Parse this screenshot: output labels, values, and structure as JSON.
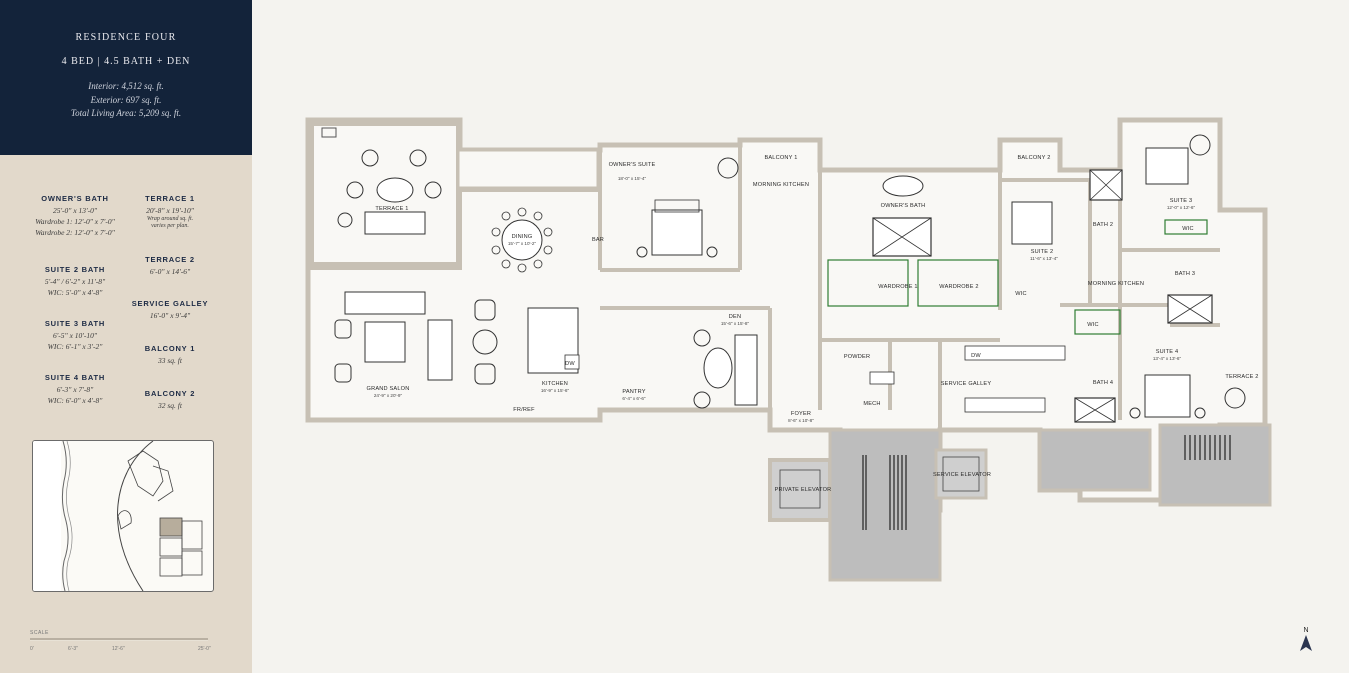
{
  "header": {
    "title": "RESIDENCE FOUR",
    "subtitle": "4 BED | 4.5 BATH + DEN",
    "interior": "Interior: 4,512 sq. ft.",
    "exterior": "Exterior: 697 sq. ft.",
    "total": "Total Living Area: 5,209 sq. ft."
  },
  "specs": {
    "owners_bath": {
      "label": "OWNER'S BATH",
      "lines": [
        "25'-0\" x 13'-0\"",
        "Wardrobe 1: 12'-0\" x 7'-0\"",
        "Wardrobe 2: 12'-0\" x 7'-0\""
      ]
    },
    "suite2_bath": {
      "label": "SUITE 2 BATH",
      "lines": [
        "5'-4\" / 6'-2\" x 11'-8\"",
        "WIC: 5'-0\" x 4'-8\""
      ]
    },
    "suite3_bath": {
      "label": "SUITE 3 BATH",
      "lines": [
        "6'-5\" x 10'-10\"",
        "WIC: 6'-1\" x 3'-2\""
      ]
    },
    "suite4_bath": {
      "label": "SUITE 4 BATH",
      "lines": [
        "6'-3\" x 7'-8\"",
        "WIC: 6'-0\" x 4'-8\""
      ]
    },
    "terrace1": {
      "label": "TERRACE 1",
      "lines": [
        "20'-8\" x 19'-10\""
      ],
      "note": [
        "Wrap around sq. ft.",
        "varies per plan."
      ]
    },
    "terrace2": {
      "label": "TERRACE 2",
      "lines": [
        "6'-0\" x 14'-6\""
      ]
    },
    "service_galley": {
      "label": "SERVICE GALLEY",
      "lines": [
        "16'-0\" x 9'-4\""
      ]
    },
    "balcony1": {
      "label": "BALCONY 1",
      "lines": [
        "33 sq. ft"
      ]
    },
    "balcony2": {
      "label": "BALCONY 2",
      "lines": [
        "32 sq. ft"
      ]
    }
  },
  "scale": {
    "label": "SCALE",
    "ticks": [
      "0'",
      "6'-3\"",
      "12'-6\"",
      "25'-0\""
    ]
  },
  "compass": {
    "label": "N"
  },
  "rooms": {
    "terrace1": {
      "name": "TERRACE 1"
    },
    "dining": {
      "name": "DINING",
      "dim": "15'-7\" x 10'-2\""
    },
    "bar": {
      "name": "BAR"
    },
    "owners_suite": {
      "name": "OWNER'S SUITE",
      "dim": "18'-0\" x 15'-4\""
    },
    "balcony1": {
      "name": "BALCONY 1"
    },
    "morning_kitchen1": {
      "name": "MORNING KITCHEN"
    },
    "owners_bath": {
      "name": "OWNER'S BATH"
    },
    "wardrobe1": {
      "name": "WARDROBE 1"
    },
    "wardrobe2": {
      "name": "WARDROBE 2"
    },
    "balcony2": {
      "name": "BALCONY 2"
    },
    "suite2": {
      "name": "SUITE 2",
      "dim": "11'-6\" x 13'-4\""
    },
    "wic_s2": {
      "name": "WIC"
    },
    "bath2": {
      "name": "BATH 2"
    },
    "morning_kitchen2": {
      "name": "MORNING KITCHEN"
    },
    "suite3": {
      "name": "SUITE 3",
      "dim": "12'-0\" x 12'-6\""
    },
    "wic_s3": {
      "name": "WIC"
    },
    "bath3": {
      "name": "BATH 3"
    },
    "grand_salon": {
      "name": "GRAND SALON",
      "dim": "24'-9\" x 20'-9\""
    },
    "kitchen": {
      "name": "KITCHEN",
      "dim": "16'-9\" x 15'-6\""
    },
    "fr_ref": {
      "name": "FR/REF"
    },
    "pantry": {
      "name": "PANTRY",
      "dim": "6'-4\" x 6'-6\""
    },
    "den": {
      "name": "DEN",
      "dim": "15'-6\" x 15'-8\""
    },
    "dw_kitchen": {
      "name": "DW"
    },
    "foyer": {
      "name": "FOYER",
      "dim": "8'-6\" x 10'-8\""
    },
    "powder": {
      "name": "POWDER"
    },
    "mech": {
      "name": "MECH"
    },
    "service_galley": {
      "name": "SERVICE GALLEY"
    },
    "dw_galley": {
      "name": "DW"
    },
    "private_elevator": {
      "name": "PRIVATE ELEVATOR"
    },
    "service_elevator": {
      "name": "SERVICE ELEVATOR"
    },
    "wic_s4": {
      "name": "WIC"
    },
    "bath4": {
      "name": "BATH 4"
    },
    "suite4": {
      "name": "SUITE 4",
      "dim": "13'-4\" x 13'-6\""
    },
    "terrace2": {
      "name": "TERRACE 2"
    }
  },
  "colors": {
    "header": "#13233a",
    "sidebar": "#e2d9cb",
    "background": "#f4f3ef",
    "wall": "#c7c0b4",
    "wardrobe": "#2f7d32",
    "core": "#bdbdbd"
  }
}
